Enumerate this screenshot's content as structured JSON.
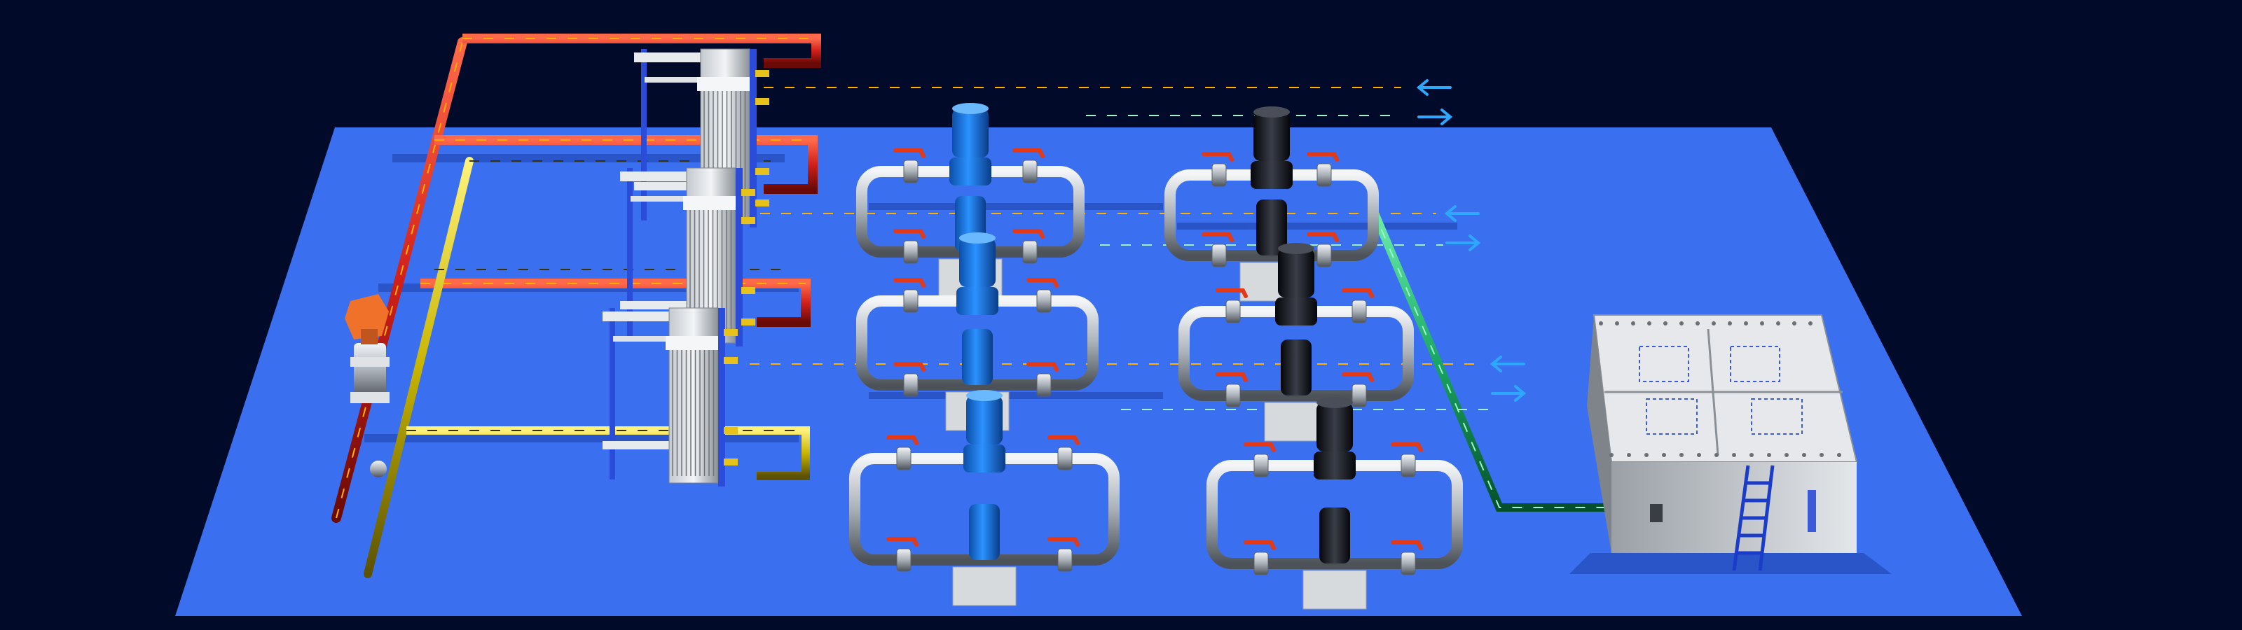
{
  "scene": {
    "background": "#020a2a",
    "floor_color": "#3a6ff0",
    "hot_pipe_color": "#d0201a",
    "hot_pipe_stripe": "#ffb000",
    "return_pipe_color": "#c8b400",
    "cold_pipe_color": "#19a864",
    "cold_pipe_stripe": "#9ff2cc",
    "steel_color": "#b9bfc6",
    "pump_color_blue": "#1f7fe0",
    "pump_color_black": "#1a1c22",
    "valve_handle_color": "#e03a1a",
    "flow_arrow_color": "#2ea8ff",
    "tank_color": "#c9cdd2",
    "icons": [
      "flow-in-arrow-icon",
      "flow-out-arrow-icon",
      "ladder-icon",
      "motor-icon",
      "valve-handle-icon"
    ]
  },
  "equipment": {
    "heat_exchangers": [
      {
        "name": "plate-heat-exchanger-1"
      },
      {
        "name": "plate-heat-exchanger-2"
      },
      {
        "name": "plate-heat-exchanger-3"
      }
    ],
    "blue_pump_skids": [
      {
        "name": "blue-pump-skid-1"
      },
      {
        "name": "blue-pump-skid-2"
      },
      {
        "name": "blue-pump-skid-3"
      }
    ],
    "black_pump_skids": [
      {
        "name": "black-pump-skid-1"
      },
      {
        "name": "black-pump-skid-2"
      },
      {
        "name": "black-pump-skid-3"
      }
    ],
    "flow_arrow_pairs": 3,
    "control_valve": "motorized-control-valve",
    "tank": "water-storage-tank"
  }
}
